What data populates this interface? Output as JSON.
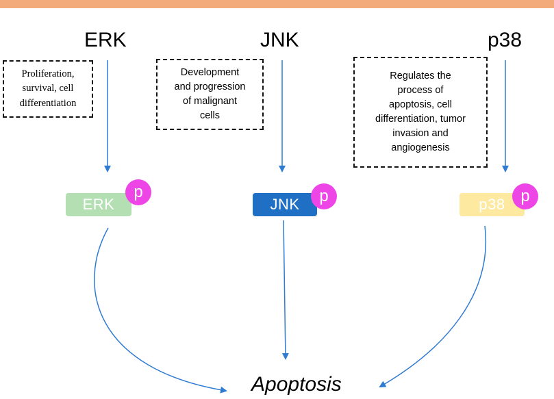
{
  "pathways": {
    "erk": {
      "title": "ERK",
      "description": "Proliferation,\nsurvival, cell\ndifferentiation",
      "kinase_label": "ERK",
      "kinase_color": "#b3dfb3",
      "phospho_label": "p"
    },
    "jnk": {
      "title": "JNK",
      "description": "Development\nand progression\nof malignant\ncells",
      "kinase_label": "JNK",
      "kinase_color": "#1f6fc4",
      "phospho_label": "p"
    },
    "p38": {
      "title": "p38",
      "description": "Regulates the\nprocess of\napoptosis, cell\ndifferentiation, tumor\ninvasion and\nangiogenesis",
      "kinase_label": "p38",
      "kinase_color": "#fde9a0",
      "phospho_label": "p"
    }
  },
  "outcome": {
    "label": "Apoptosis"
  },
  "colors": {
    "top_bar": "#f4ab7b",
    "arrow": "#2f7bd1",
    "phospho": "#ee45e6"
  }
}
